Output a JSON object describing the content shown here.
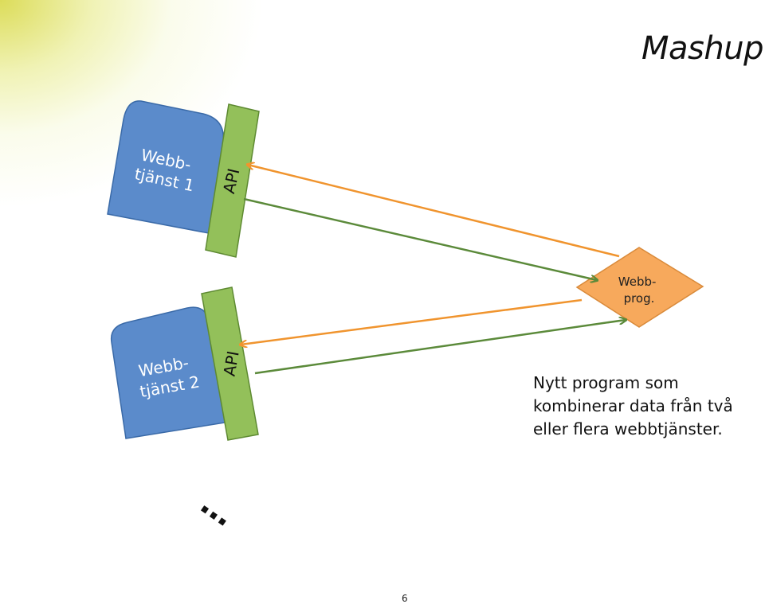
{
  "slide": {
    "title": "Mashup",
    "page_number": "6",
    "ellipsis": "…"
  },
  "services": [
    {
      "line1": "Webb-",
      "line2": "tjänst 1",
      "api_label": "API"
    },
    {
      "line1": "Webb-",
      "line2": "tjänst 2",
      "api_label": "API"
    }
  ],
  "web_program": {
    "line1": "Webb-",
    "line2": "prog."
  },
  "description": {
    "lines": [
      "Nytt program som",
      "kombinerar data från två",
      "eller flera webbtjänster."
    ]
  },
  "colors": {
    "service_fill": "#5B8BCB",
    "service_stroke": "#3A6AA8",
    "api_fill": "#93C05A",
    "api_stroke": "#5E8A32",
    "program_fill": "#F7A95C",
    "program_stroke": "#D98A3A",
    "request_arrow": "#F0942E",
    "response_arrow": "#5B8A3A"
  }
}
